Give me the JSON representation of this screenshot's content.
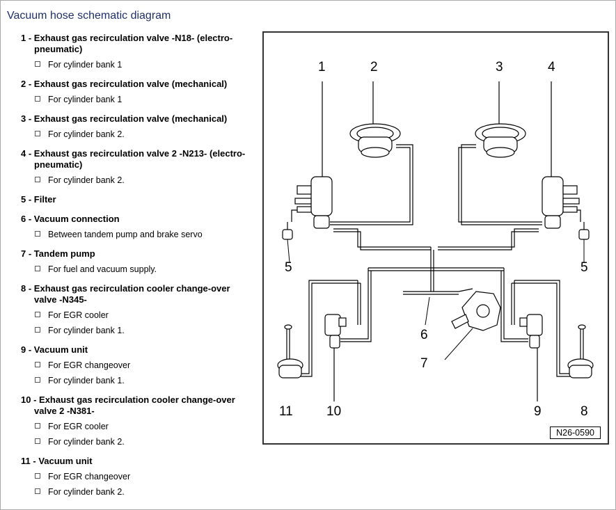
{
  "title": "Vacuum hose schematic diagram",
  "legend": [
    {
      "num": "1",
      "text": "Exhaust gas recirculation valve -N18- (electro-",
      "cont": "pneumatic)",
      "subs": [
        "For cylinder bank 1"
      ]
    },
    {
      "num": "2",
      "text": "Exhaust gas recirculation valve (mechanical)",
      "cont": "",
      "subs": [
        "For cylinder bank 1"
      ]
    },
    {
      "num": "3",
      "text": "Exhaust gas recirculation valve (mechanical)",
      "cont": "",
      "subs": [
        "For cylinder bank 2."
      ]
    },
    {
      "num": "4",
      "text": "Exhaust gas recirculation valve 2 -N213- (electro-",
      "cont": "pneumatic)",
      "subs": [
        "For cylinder bank 2."
      ]
    },
    {
      "num": "5",
      "text": "Filter",
      "cont": "",
      "subs": []
    },
    {
      "num": "6",
      "text": "Vacuum connection",
      "cont": "",
      "subs": [
        "Between tandem pump and brake servo"
      ]
    },
    {
      "num": "7",
      "text": "Tandem pump",
      "cont": "",
      "subs": [
        "For fuel and vacuum supply."
      ]
    },
    {
      "num": "8",
      "text": "Exhaust gas recirculation cooler change-over",
      "cont": "valve -N345-",
      "subs": [
        "For EGR cooler",
        "For cylinder bank 1."
      ]
    },
    {
      "num": "9",
      "text": "Vacuum unit",
      "cont": "",
      "subs": [
        "For EGR changeover",
        "For cylinder bank 1."
      ]
    },
    {
      "num": "10",
      "text": "Exhaust gas recirculation cooler change-over",
      "cont": "valve 2 -N381-",
      "subs": [
        "For EGR cooler",
        "For cylinder bank 2."
      ]
    },
    {
      "num": "11",
      "text": "Vacuum unit",
      "cont": "",
      "subs": [
        "For EGR changeover",
        "For cylinder bank 2."
      ]
    }
  ],
  "diagram": {
    "labels": [
      "1",
      "2",
      "3",
      "4",
      "5",
      "5",
      "6",
      "7",
      "11",
      "10",
      "9",
      "8"
    ],
    "reference": "N26-0590"
  }
}
